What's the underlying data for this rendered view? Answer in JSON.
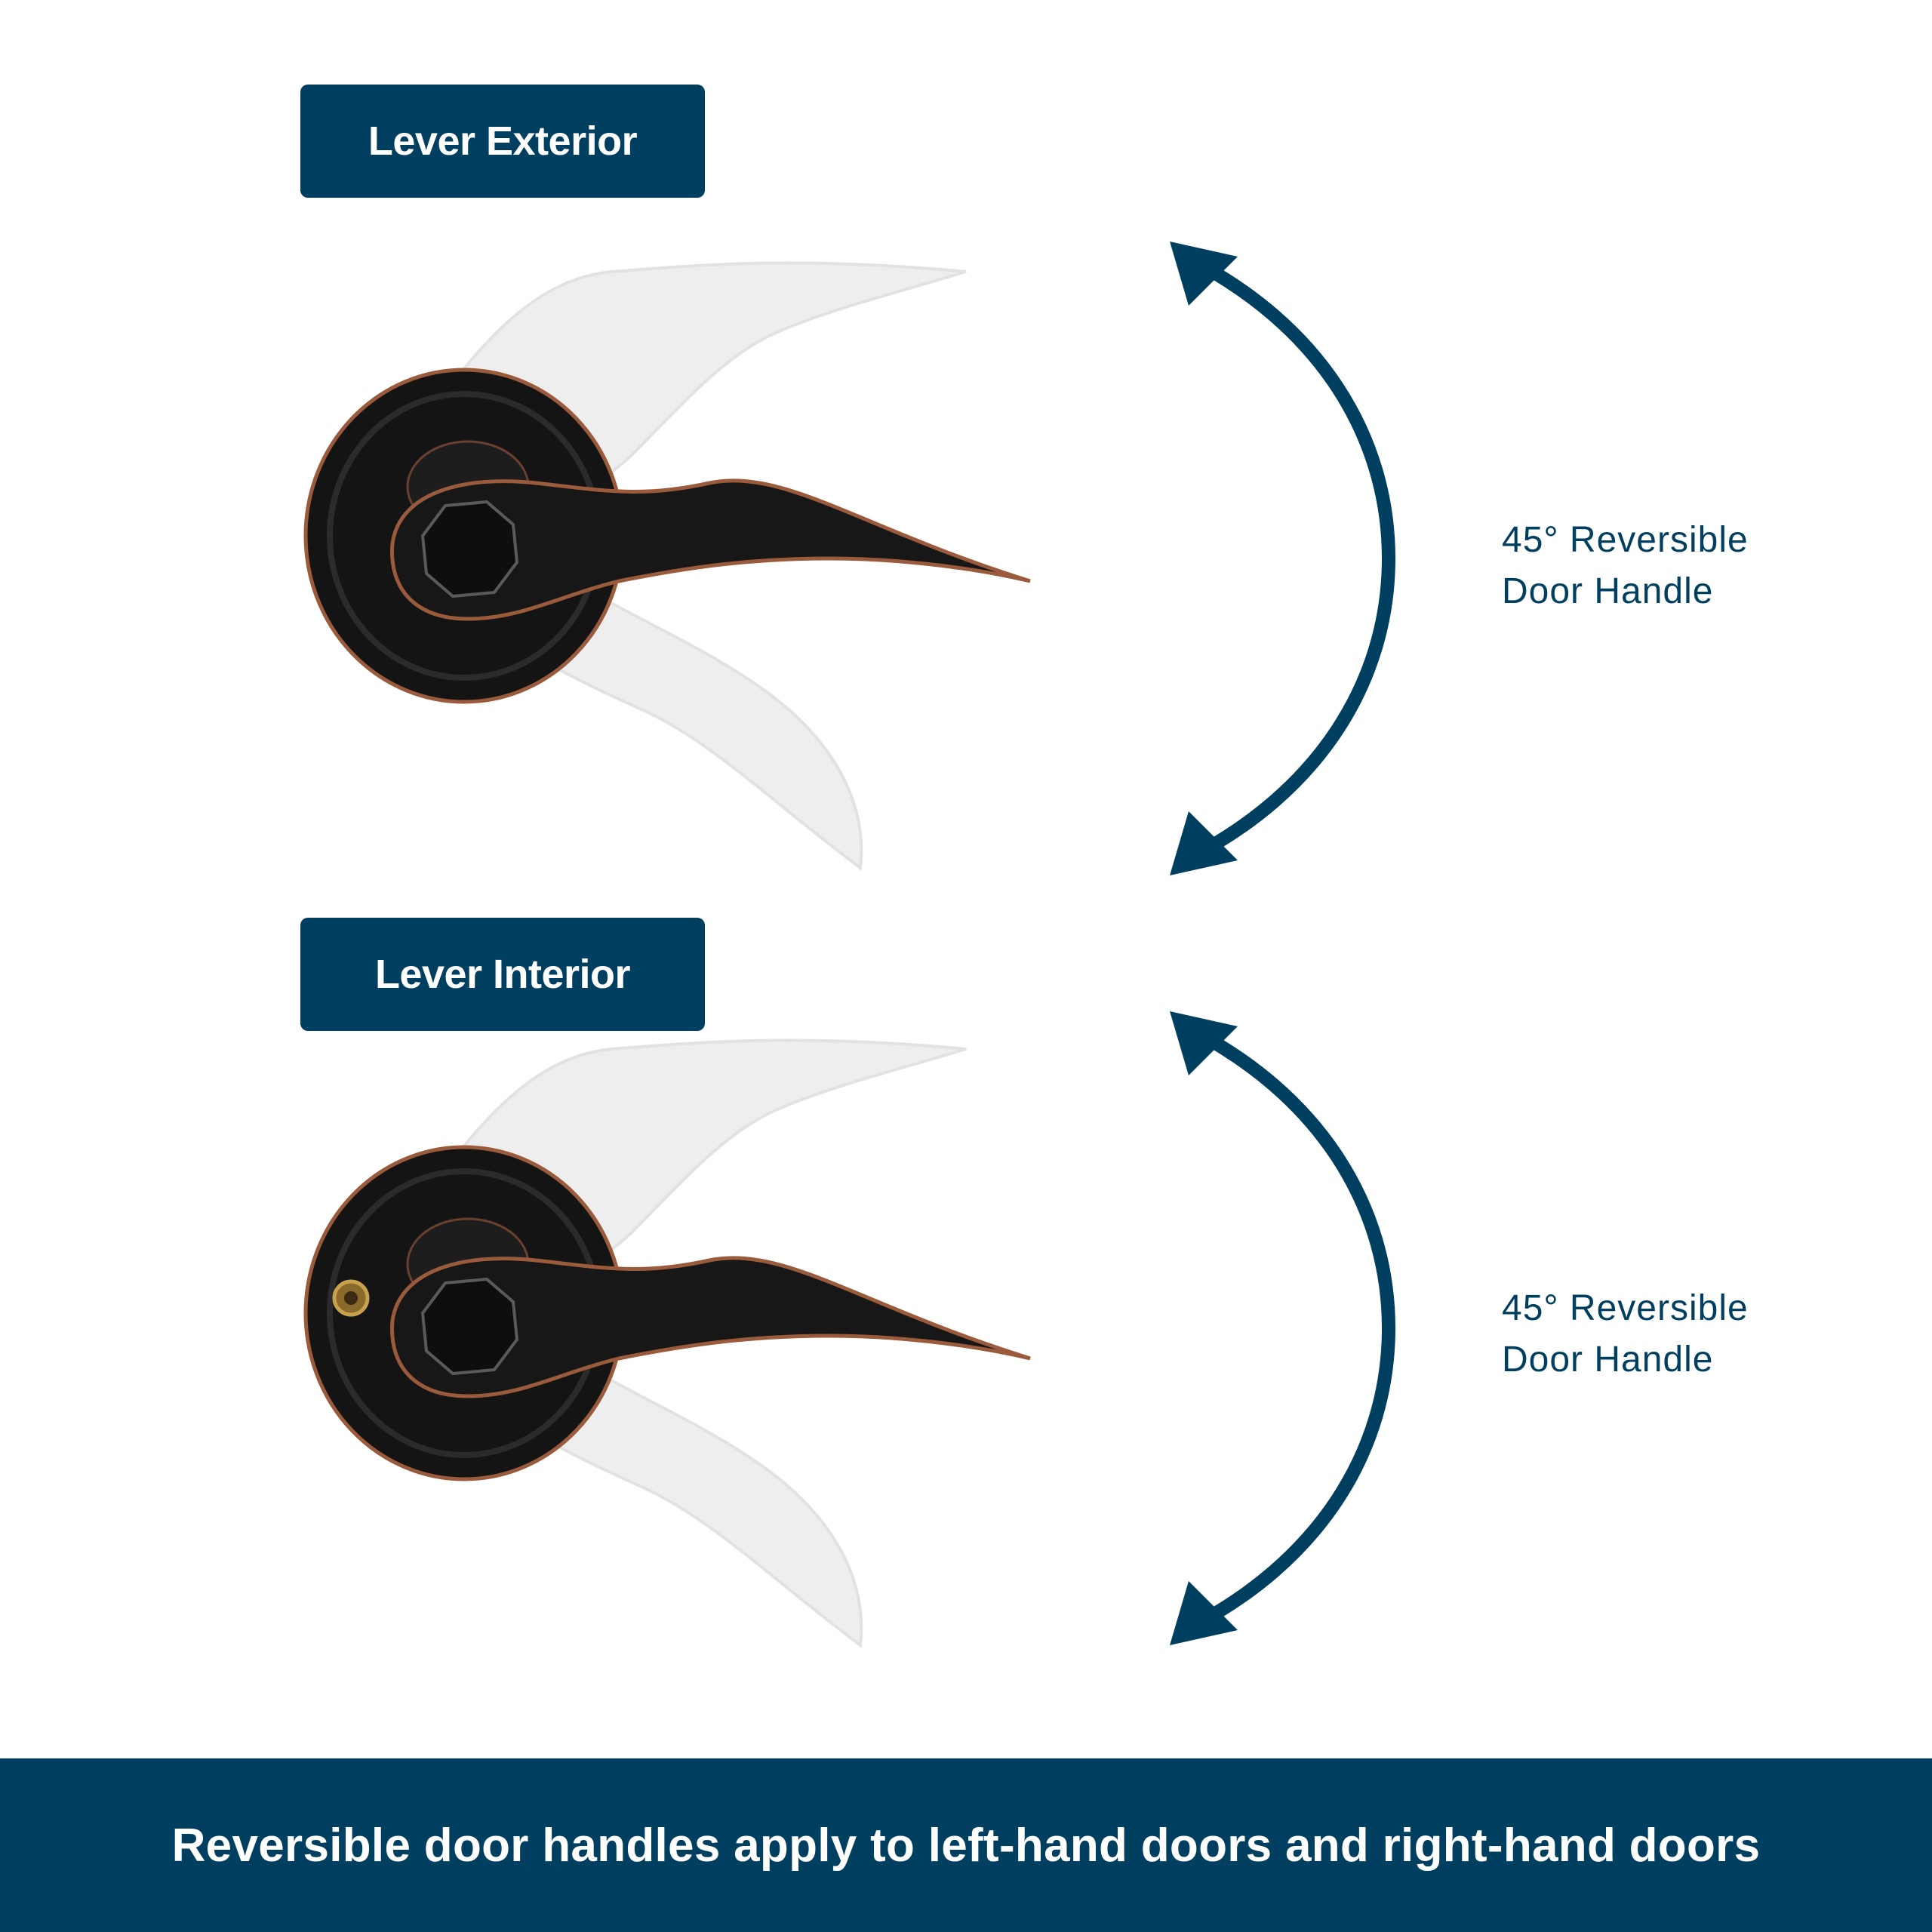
{
  "labels": {
    "exterior": "Lever Exterior",
    "interior": "Lever Interior"
  },
  "features": {
    "top": {
      "line1": "45° Reversible",
      "line2": "Door Handle"
    },
    "bottom": {
      "line1": "45° Reversible",
      "line2": "Door Handle"
    }
  },
  "footer": {
    "text": "Reversible door handles apply to left-hand doors and right-hand doors"
  },
  "colors": {
    "brand": "#003f5f",
    "handle": "#141414",
    "copper_edge": "#9a5a3c",
    "ghost": "#eeeeee",
    "background": "#ffffff"
  }
}
